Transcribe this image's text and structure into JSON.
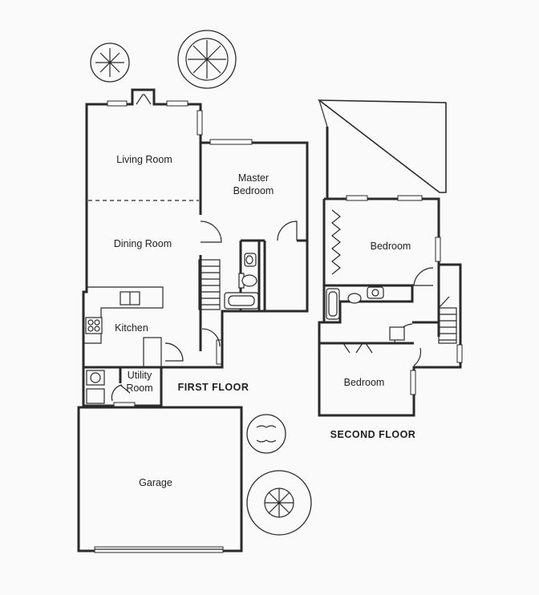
{
  "rooms": {
    "living_room": "Living Room",
    "master_bedroom_line1": "Master",
    "master_bedroom_line2": "Bedroom",
    "dining_room": "Dining Room",
    "kitchen": "Kitchen",
    "utility_room_line1": "Utility",
    "utility_room_line2": "Room",
    "garage": "Garage",
    "bedroom_upper": "Bedroom",
    "bedroom_lower": "Bedroom"
  },
  "floors": {
    "first": "FIRST FLOOR",
    "second": "SECOND FLOOR"
  },
  "colors": {
    "line": "#2a2a2a",
    "background": "#fafafa"
  }
}
